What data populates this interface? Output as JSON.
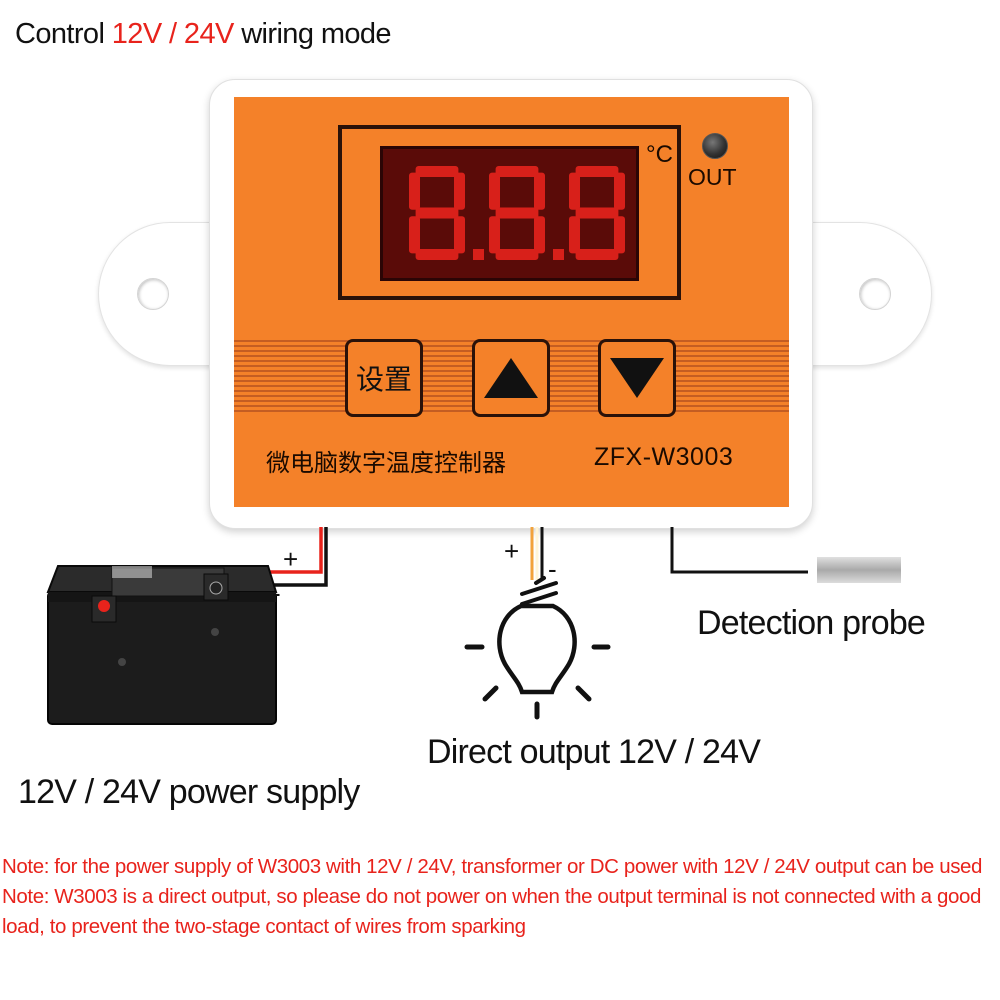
{
  "header": {
    "prefix": "Control",
    "voltage": "12V / 24V",
    "suffix": "wiring mode"
  },
  "device": {
    "degree_symbol": "°C",
    "out_label": "OUT",
    "set_button_label": "设置",
    "chinese_name": "微电脑数字温度控制器",
    "model": "ZFX-W3003",
    "display_digits": [
      "8",
      "8",
      "8"
    ],
    "body_color": "#f48129",
    "display_color": "#5a0b08",
    "segment_color": "#d8201a"
  },
  "wiring": {
    "supply_plus": "+",
    "supply_minus": "-",
    "output_plus": "+",
    "output_minus": "-"
  },
  "labels": {
    "probe": "Detection probe",
    "output": "Direct output 12V / 24V",
    "power": "12V / 24V power supply"
  },
  "notes": [
    "Note: for the power supply of W3003 with 12V / 24V, transformer or DC power with 12V / 24V output can be used",
    "Note: W3003 is a direct output, so please do not power on when the output terminal is not connected with a good load, to prevent the two-stage contact of wires from sparking"
  ],
  "icons": {
    "battery": "battery-icon",
    "bulb": "light-bulb-icon",
    "probe": "temperature-probe-icon"
  }
}
